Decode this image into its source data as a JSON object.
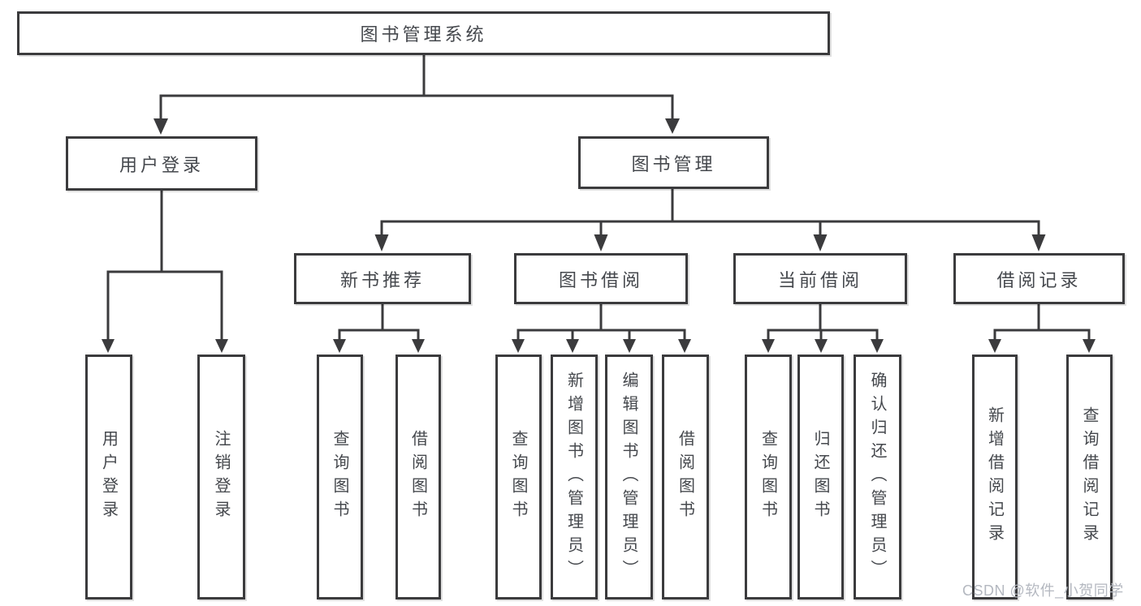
{
  "diagram_title": "图书管理系统",
  "tree": {
    "label": "图书管理系统",
    "children": [
      {
        "label": "用户登录",
        "children": [
          {
            "label": "用户登录"
          },
          {
            "label": "注销登录"
          }
        ]
      },
      {
        "label": "图书管理",
        "children": [
          {
            "label": "新书推荐",
            "children": [
              {
                "label": "查询图书"
              },
              {
                "label": "借阅图书"
              }
            ]
          },
          {
            "label": "图书借阅",
            "children": [
              {
                "label": "查询图书"
              },
              {
                "label": "新增图书（管理员）"
              },
              {
                "label": "编辑图书（管理员）"
              },
              {
                "label": "借阅图书"
              }
            ]
          },
          {
            "label": "当前借阅",
            "children": [
              {
                "label": "查询图书"
              },
              {
                "label": "归还图书"
              },
              {
                "label": "确认归还（管理员）"
              }
            ]
          },
          {
            "label": "借阅记录",
            "children": [
              {
                "label": "新增借阅记录"
              },
              {
                "label": "查询借阅记录"
              }
            ]
          }
        ]
      }
    ]
  },
  "watermark": "CSDN @软件_小贺同学",
  "colors": {
    "line": "#3b3b3d",
    "box_border": "#3b3b3d",
    "text": "#45484d",
    "watermark": "#b4b8c0",
    "background": "#ffffff"
  }
}
